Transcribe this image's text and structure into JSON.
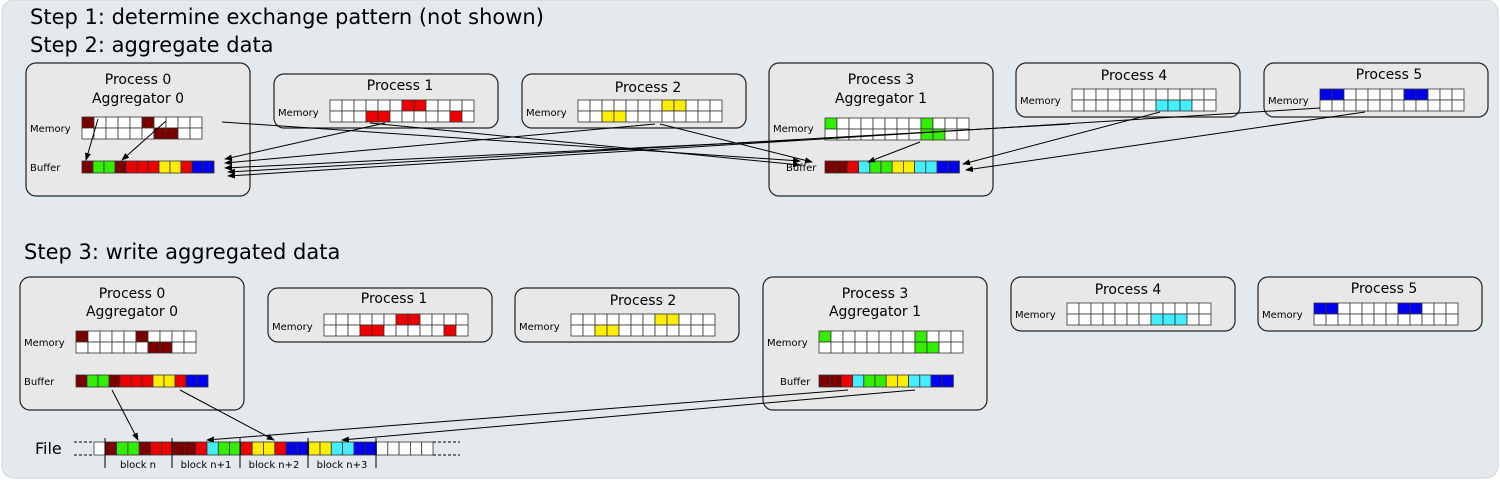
{
  "steps": {
    "step1": "Step 1: determine exchange pattern (not shown)",
    "step2": "Step 2: aggregate data",
    "step3": "Step 3: write aggregated data"
  },
  "labels": {
    "memory": "Memory",
    "buffer": "Buffer",
    "file": "File"
  },
  "processes": [
    {
      "title": "Process 0",
      "subtitle": "Aggregator 0"
    },
    {
      "title": "Process 1",
      "subtitle": ""
    },
    {
      "title": "Process 2",
      "subtitle": ""
    },
    {
      "title": "Process 3",
      "subtitle": "Aggregator 1"
    },
    {
      "title": "Process 4",
      "subtitle": ""
    },
    {
      "title": "Process 5",
      "subtitle": ""
    }
  ],
  "colors": {
    "dark_red": "#7a0000",
    "red": "#ee0000",
    "green": "#33ee00",
    "yellow": "#ffee00",
    "cyan": "#44eeff",
    "blue": "#0000ee",
    "empty": "#ffffff",
    "box_fill": "#e8e8e8",
    "panel_fill": "#e3e9ec"
  },
  "memory_layout": {
    "p0": {
      "top": [
        "dark_red",
        "empty",
        "empty",
        "empty",
        "empty",
        "dark_red",
        "empty",
        "empty",
        "empty",
        "empty"
      ],
      "bottom": [
        "empty",
        "empty",
        "empty",
        "empty",
        "empty",
        "empty",
        "dark_red",
        "dark_red",
        "empty",
        "empty"
      ]
    },
    "p1": {
      "top": [
        "empty",
        "empty",
        "empty",
        "empty",
        "empty",
        "empty",
        "red",
        "red",
        "empty",
        "empty",
        "empty",
        "empty"
      ],
      "bottom": [
        "empty",
        "empty",
        "empty",
        "red",
        "red",
        "empty",
        "empty",
        "empty",
        "empty",
        "empty",
        "red",
        "empty"
      ]
    },
    "p2": {
      "top": [
        "empty",
        "empty",
        "empty",
        "empty",
        "empty",
        "empty",
        "empty",
        "yellow",
        "yellow",
        "empty",
        "empty",
        "empty"
      ],
      "bottom": [
        "empty",
        "empty",
        "yellow",
        "yellow",
        "empty",
        "empty",
        "empty",
        "empty",
        "empty",
        "empty",
        "empty",
        "empty"
      ]
    },
    "p3": {
      "top": [
        "green",
        "empty",
        "empty",
        "empty",
        "empty",
        "empty",
        "empty",
        "empty",
        "green",
        "empty",
        "empty",
        "empty"
      ],
      "bottom": [
        "empty",
        "empty",
        "empty",
        "empty",
        "empty",
        "empty",
        "empty",
        "empty",
        "green",
        "green",
        "empty",
        "empty"
      ]
    },
    "p4": {
      "top": [
        "empty",
        "empty",
        "empty",
        "empty",
        "empty",
        "empty",
        "empty",
        "empty",
        "empty",
        "empty",
        "empty",
        "empty"
      ],
      "bottom": [
        "empty",
        "empty",
        "empty",
        "empty",
        "empty",
        "empty",
        "empty",
        "cyan",
        "cyan",
        "cyan",
        "empty",
        "empty"
      ]
    },
    "p5": {
      "top": [
        "blue",
        "blue",
        "empty",
        "empty",
        "empty",
        "empty",
        "empty",
        "blue",
        "blue",
        "empty",
        "empty",
        "empty"
      ],
      "bottom": [
        "empty",
        "empty",
        "empty",
        "empty",
        "empty",
        "empty",
        "empty",
        "empty",
        "empty",
        "empty",
        "empty",
        "empty"
      ]
    }
  },
  "buffers": {
    "agg0": [
      "dark_red",
      "green",
      "green",
      "dark_red",
      "red",
      "red",
      "red",
      "yellow",
      "yellow",
      "red",
      "blue",
      "blue"
    ],
    "agg1": [
      "dark_red",
      "dark_red",
      "red",
      "cyan",
      "green",
      "green",
      "yellow",
      "yellow",
      "cyan",
      "cyan",
      "blue",
      "blue"
    ]
  },
  "file": {
    "cells": [
      "empty",
      "dark_red",
      "green",
      "green",
      "dark_red",
      "red",
      "red",
      "dark_red",
      "dark_red",
      "red",
      "cyan",
      "green",
      "green",
      "red",
      "yellow",
      "yellow",
      "red",
      "blue",
      "blue",
      "yellow",
      "yellow",
      "cyan",
      "cyan",
      "blue",
      "blue",
      "empty",
      "empty",
      "empty",
      "empty",
      "empty"
    ],
    "blocks": [
      "block n",
      "block n+1",
      "block n+2",
      "block n+3"
    ]
  }
}
